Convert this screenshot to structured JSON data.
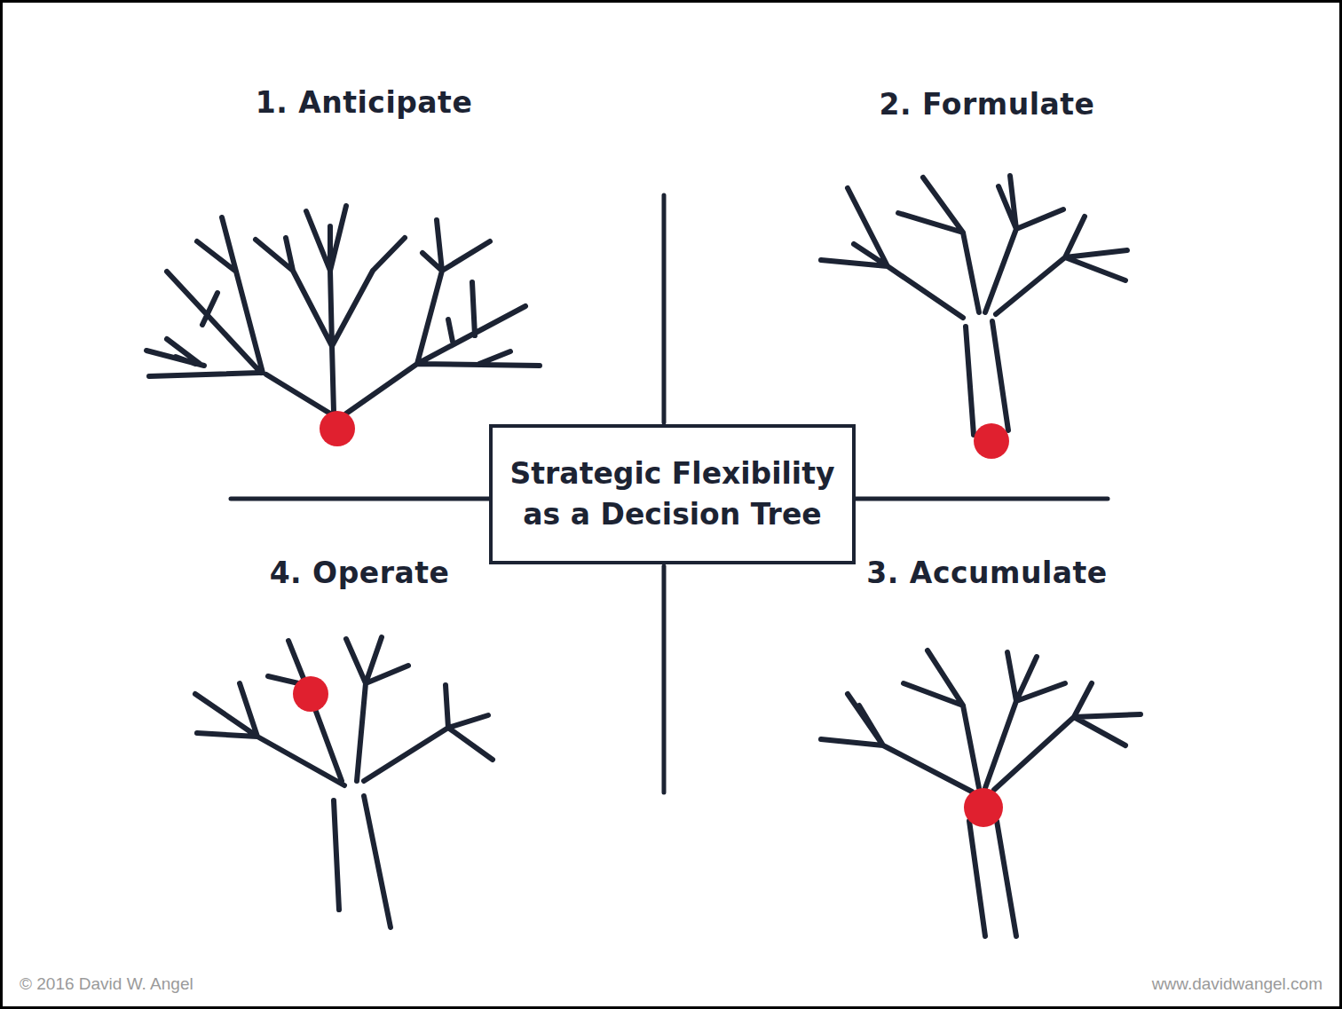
{
  "diagram": {
    "nodes": [
      {
        "text": [
          "Strategic Flexibility as a Decision Tree"
        ]
      }
    ],
    "labels": [
      "1. Anticipate",
      "2. Formulate",
      "4. Operate",
      "3. Accumulate",
      "© 2016 David W. Angel",
      "www.davidwangel.com"
    ]
  }
}
